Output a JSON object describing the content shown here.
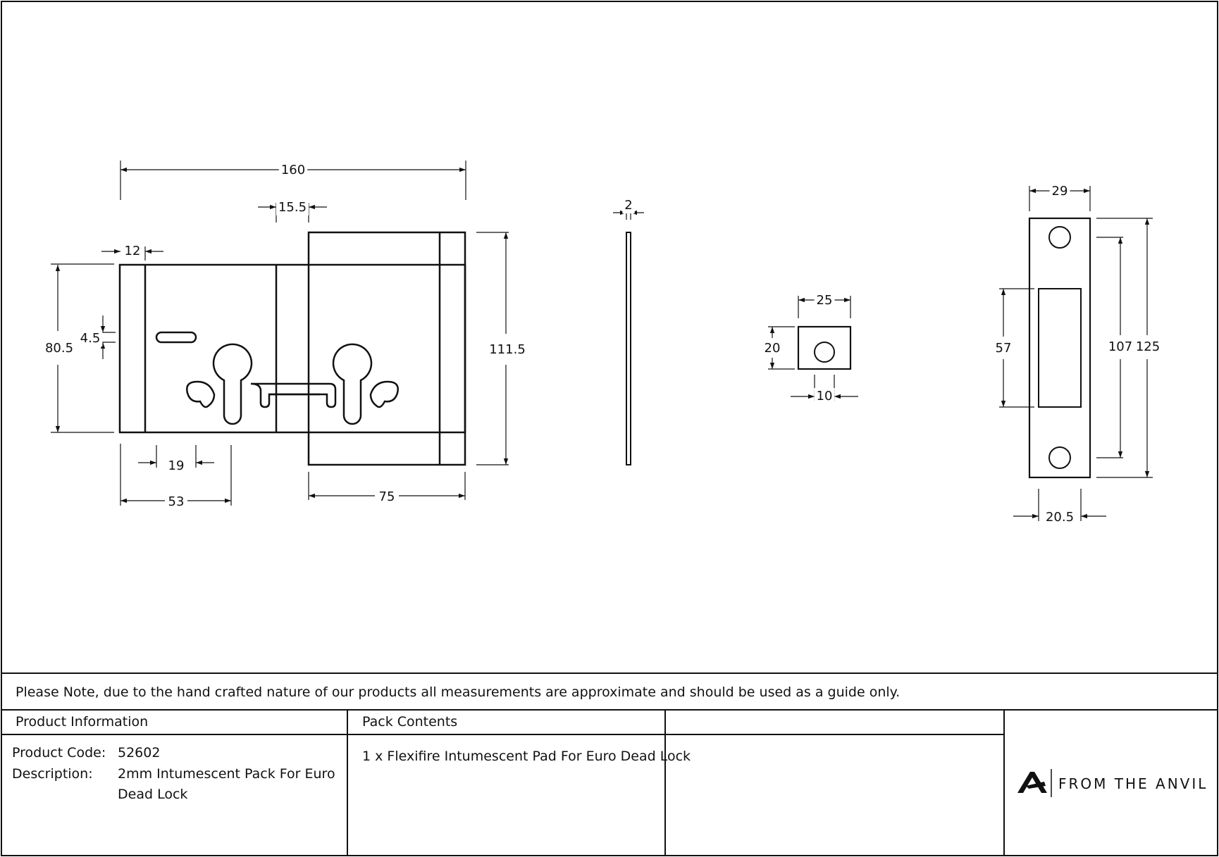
{
  "note": "Please Note, due to the hand crafted nature of our products all measurements are approximate and should be used as a guide only.",
  "product_info": {
    "heading": "Product Information",
    "code_label": "Product Code:",
    "code_value": "52602",
    "desc_label": "Description:",
    "desc_line1": "2mm Intumescent Pack For Euro",
    "desc_line2": "Dead Lock"
  },
  "pack": {
    "heading": "Pack Contents",
    "item1": "1 x Flexifire Intumescent Pad For Euro Dead Lock"
  },
  "brand": {
    "name": "FROM THE ANVIL",
    "logo_icon": "anvil-a-icon"
  },
  "dimensions": {
    "lock_length": "160",
    "lock_15_5": "15.5",
    "lock_12": "12",
    "lock_80_5": "80.5",
    "lock_4_5": "4.5",
    "lock_111_5": "111.5",
    "lock_19": "19",
    "lock_53": "53",
    "lock_75": "75",
    "pad_thickness": "2",
    "plate_25": "25",
    "plate_20": "20",
    "plate_10": "10",
    "strike_29": "29",
    "strike_57": "57",
    "strike_107": "107",
    "strike_125": "125",
    "strike_20_5": "20.5"
  },
  "colors": {
    "line": "#111111",
    "background": "#ffffff"
  }
}
